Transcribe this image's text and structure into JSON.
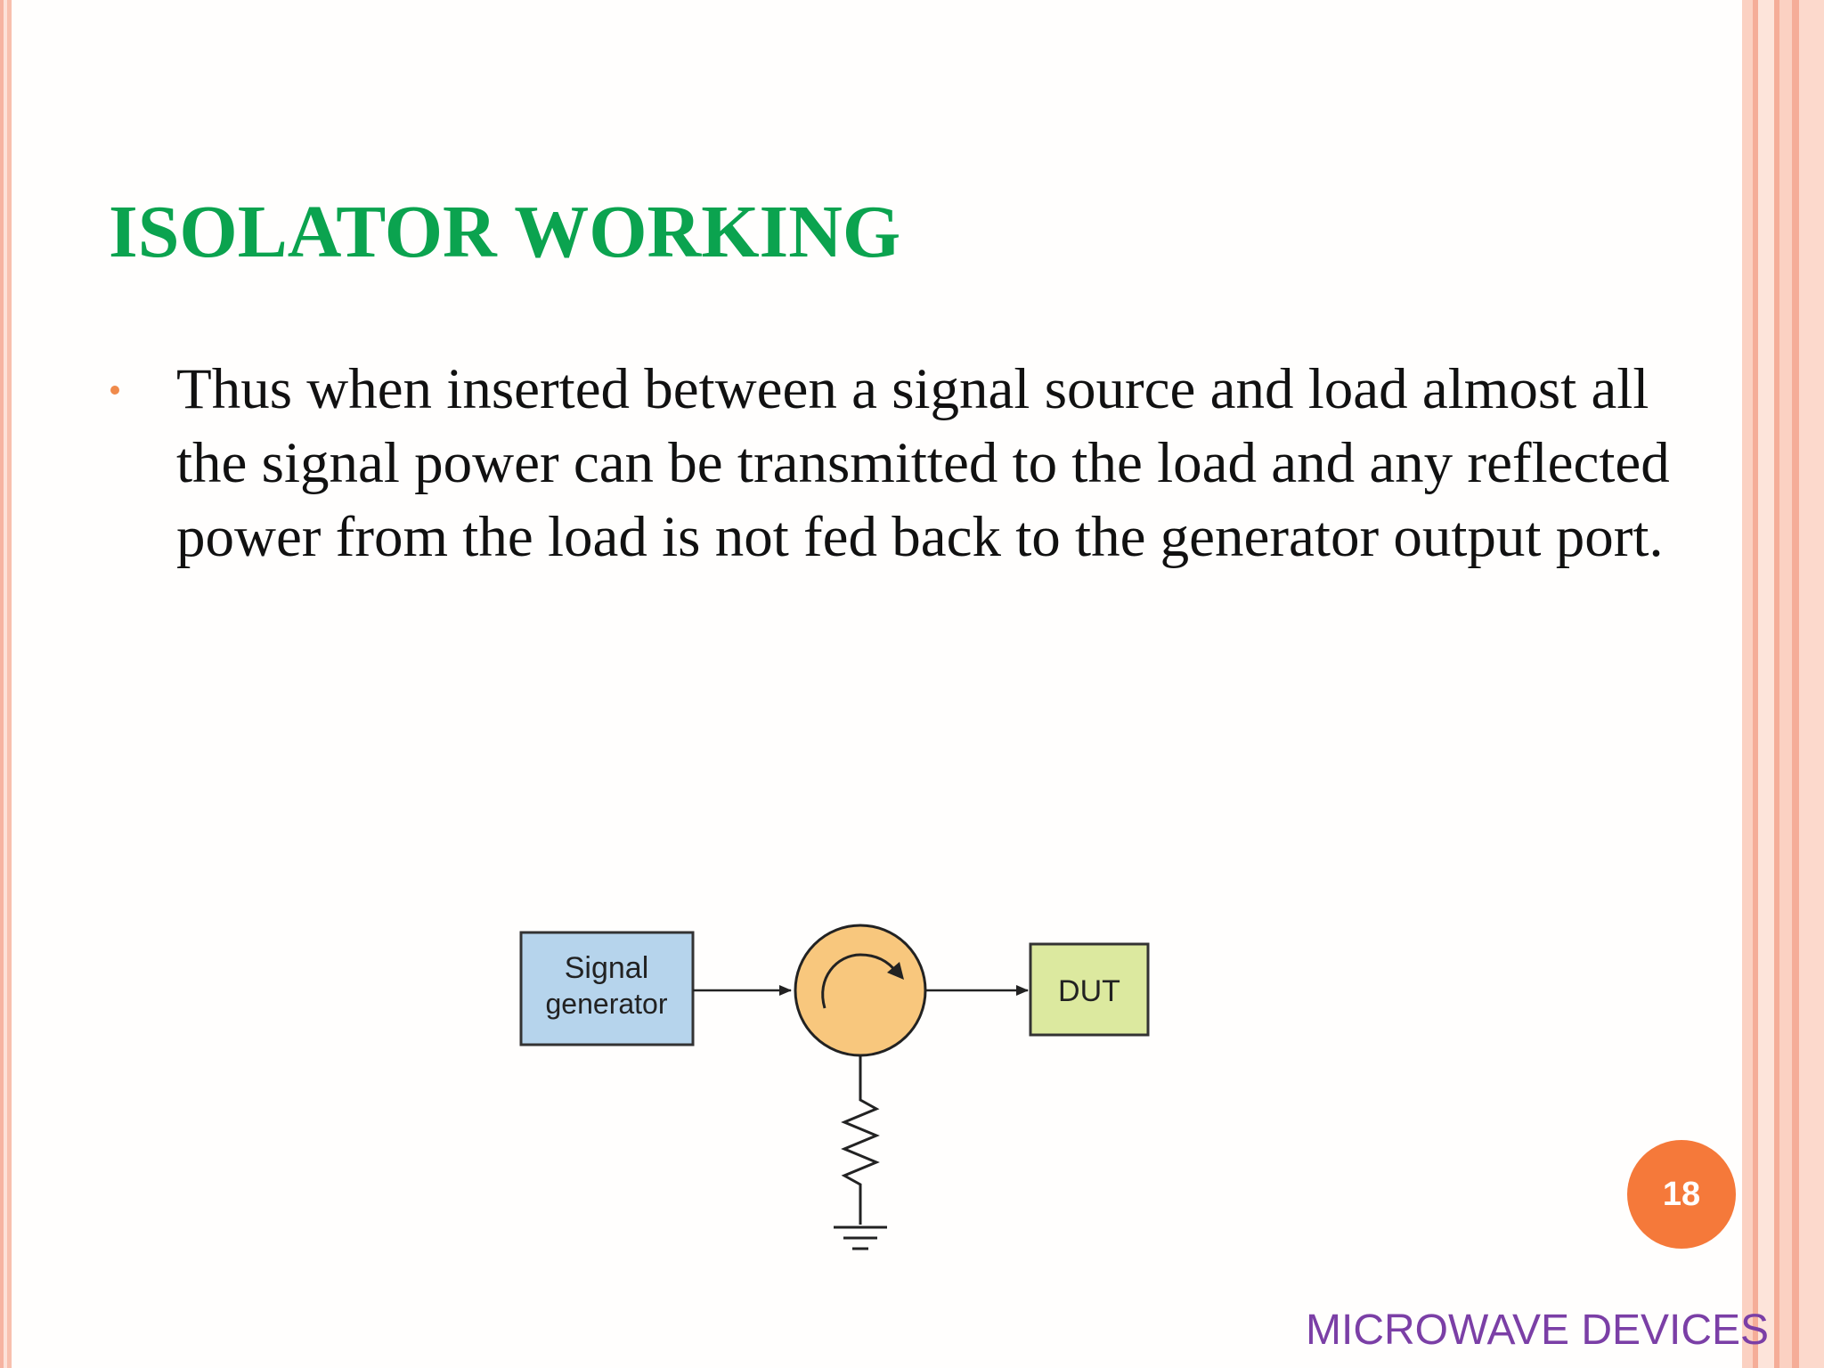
{
  "slide": {
    "title": "ISOLATOR WORKING",
    "bullets": [
      "Thus when inserted between a signal source and load almost all the signal power can be transmitted to the load and any reflected power from the load is not fed back to the generator output port."
    ],
    "page_number": "18",
    "footer": "MICROWAVE DEVICES"
  },
  "diagram": {
    "signal_generator_line1": "Signal",
    "signal_generator_line2": "generator",
    "dut_label": "DUT"
  },
  "colors": {
    "title": "#0ba34f",
    "bullet": "#f08a4b",
    "badge": "#f5793a",
    "footer": "#7b3fa6",
    "signal_box": "#b6d4ec",
    "circulator": "#f8c77d",
    "dut_box": "#dce99f"
  }
}
